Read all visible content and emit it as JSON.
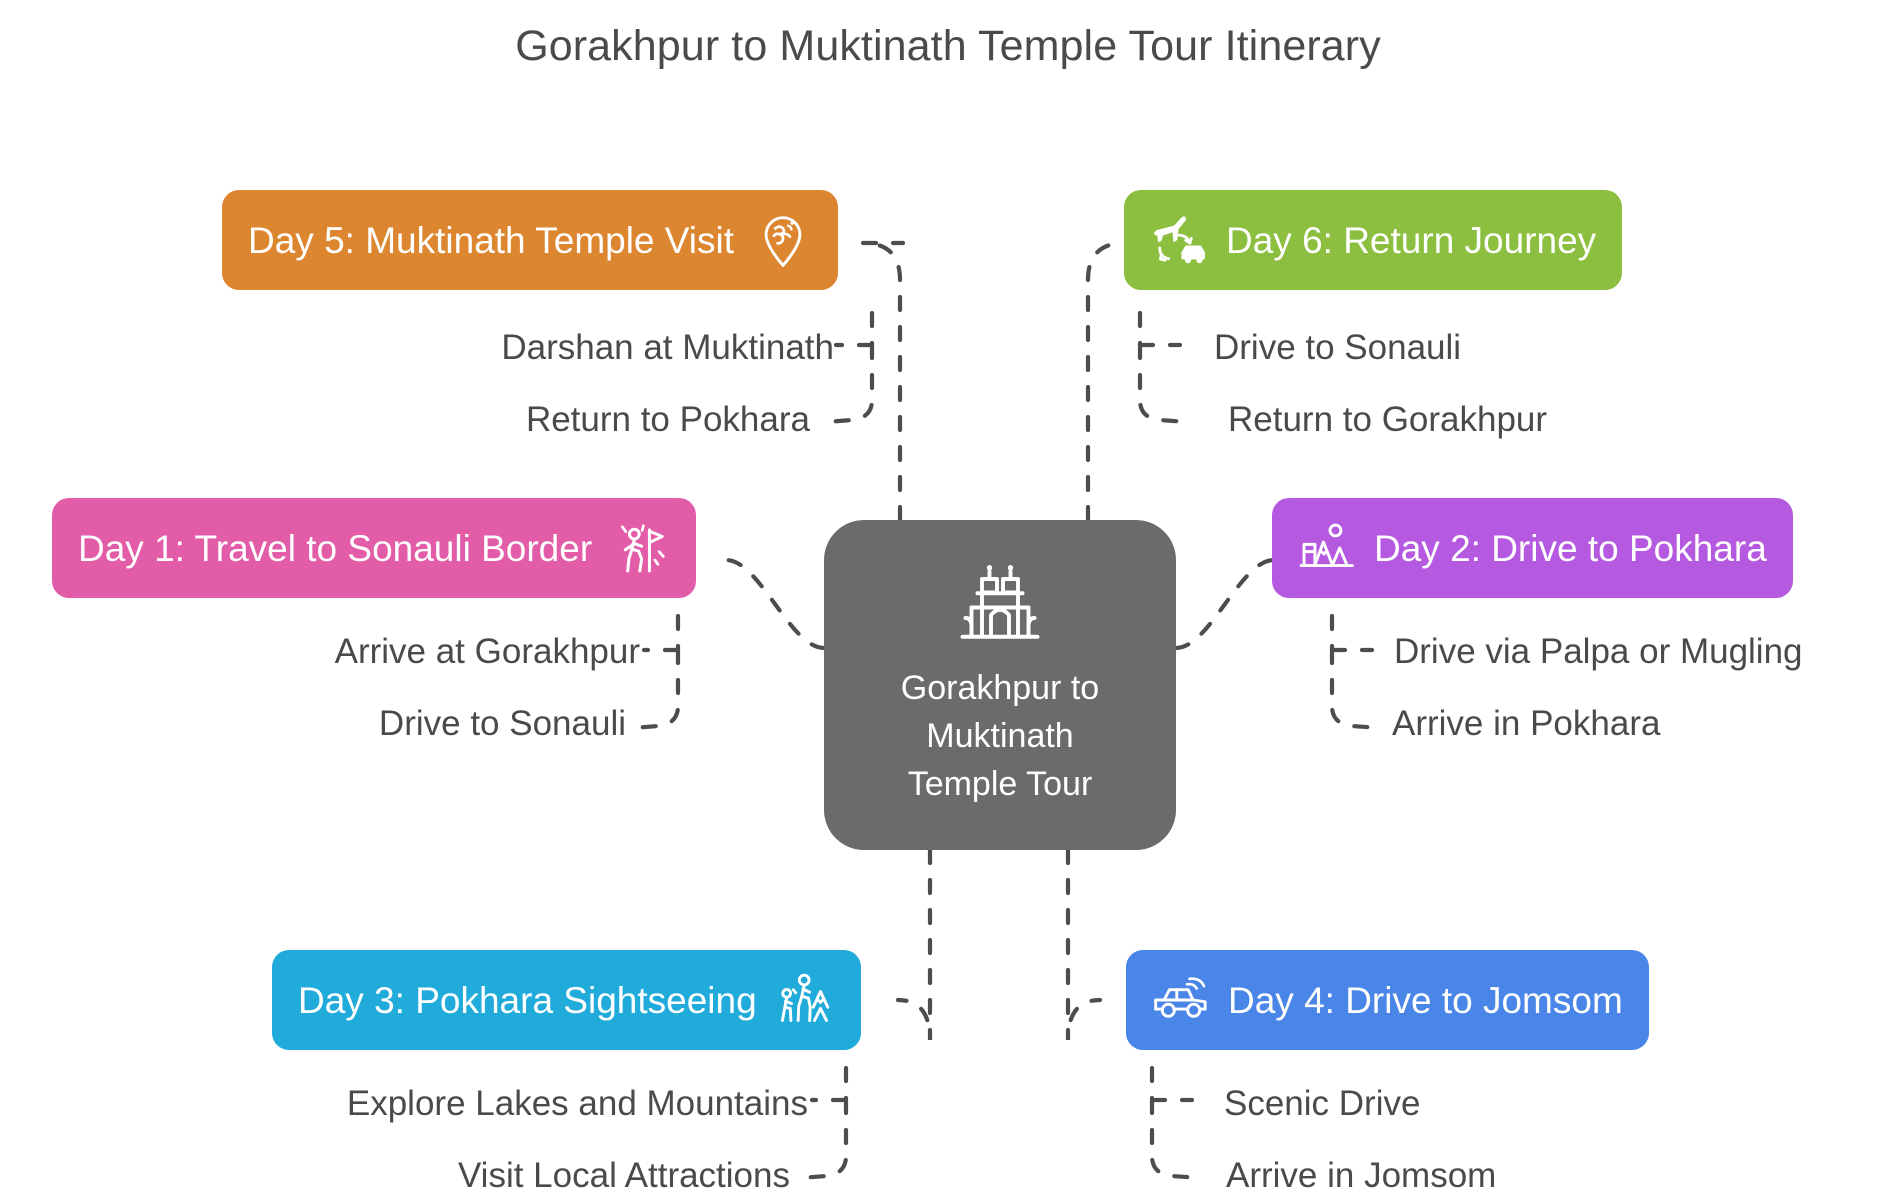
{
  "title": "Gorakhpur to Muktinath Temple Tour Itinerary",
  "center": {
    "label": "Gorakhpur to Muktinath Temple Tour",
    "icon": "temple-gateway-icon",
    "color": "#6b6b6b",
    "text_color": "#ffffff"
  },
  "theme": {
    "background": "#ffffff",
    "title_color": "#4a4a4a",
    "leaf_text_color": "#4a4a4a",
    "connector_color": "#4d4d4d"
  },
  "branches": [
    {
      "id": "day5",
      "label": "Day 5: Muktinath Temple Visit",
      "color": "#dd8630",
      "icon": "om-map-pin-icon",
      "icon_side": "right",
      "side": "left",
      "children": [
        "Darshan at Muktinath",
        "Return to Pokhara"
      ]
    },
    {
      "id": "day6",
      "label": "Day 6: Return Journey",
      "color": "#8cbf3f",
      "icon": "plane-car-transfer-icon",
      "icon_side": "left",
      "side": "right",
      "children": [
        "Drive to Sonauli",
        "Return to Gorakhpur"
      ]
    },
    {
      "id": "day1",
      "label": "Day 1: Travel to Sonauli Border",
      "color": "#e35ca8",
      "icon": "traveler-with-flag-icon",
      "icon_side": "right",
      "side": "left",
      "children": [
        "Arrive at Gorakhpur",
        "Drive to Sonauli"
      ]
    },
    {
      "id": "day2",
      "label": "Day 2: Drive to Pokhara",
      "color": "#b55ae0",
      "icon": "mountain-landscape-icon",
      "icon_side": "left",
      "side": "right",
      "children": [
        "Drive via Palpa or Mugling",
        "Arrive in Pokhara"
      ]
    },
    {
      "id": "day3",
      "label": "Day 3: Pokhara Sightseeing",
      "color": "#21abdb",
      "icon": "sightseeing-tourists-icon",
      "icon_side": "right",
      "side": "left",
      "children": [
        "Explore Lakes and Mountains",
        "Visit Local Attractions"
      ]
    },
    {
      "id": "day4",
      "label": "Day 4: Drive to Jomsom",
      "color": "#4a86e8",
      "icon": "jeep-offroad-icon",
      "icon_side": "left",
      "side": "right",
      "children": [
        "Scenic Drive",
        "Arrive in Jomsom"
      ]
    }
  ]
}
